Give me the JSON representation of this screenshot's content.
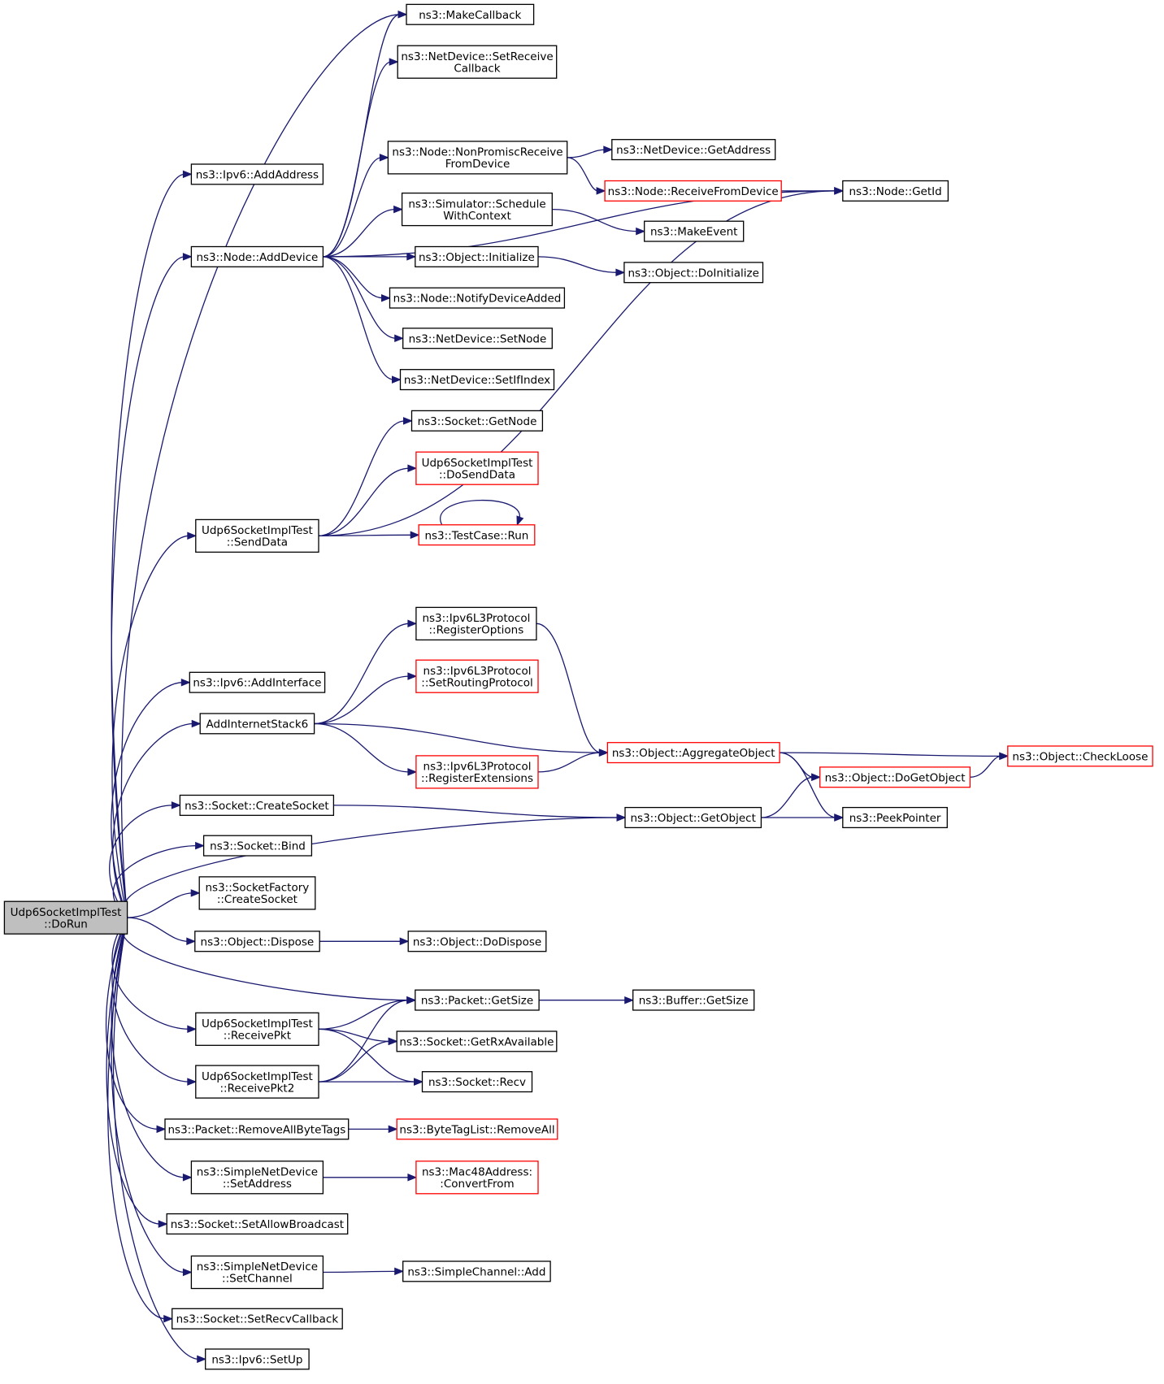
{
  "diagram": {
    "nodes": [
      {
        "id": "root",
        "lines": [
          "Udp6SocketImplTest",
          "::DoRun"
        ],
        "kind": "root"
      },
      {
        "id": "makecallback",
        "lines": [
          "ns3::MakeCallback"
        ],
        "kind": "normal"
      },
      {
        "id": "setrecvcb_nd",
        "lines": [
          "ns3::NetDevice::SetReceive",
          "Callback"
        ],
        "kind": "normal"
      },
      {
        "id": "ipv6addaddr",
        "lines": [
          "ns3::Ipv6::AddAddress"
        ],
        "kind": "normal"
      },
      {
        "id": "nonpromisc",
        "lines": [
          "ns3::Node::NonPromiscReceive",
          "FromDevice"
        ],
        "kind": "normal"
      },
      {
        "id": "nd_getaddress",
        "lines": [
          "ns3::NetDevice::GetAddress"
        ],
        "kind": "normal"
      },
      {
        "id": "recvfromdevice",
        "lines": [
          "ns3::Node::ReceiveFromDevice"
        ],
        "kind": "red"
      },
      {
        "id": "node_getid",
        "lines": [
          "ns3::Node::GetId"
        ],
        "kind": "normal"
      },
      {
        "id": "sched_ctx",
        "lines": [
          "ns3::Simulator::Schedule",
          "WithContext"
        ],
        "kind": "normal"
      },
      {
        "id": "makeevent",
        "lines": [
          "ns3::MakeEvent"
        ],
        "kind": "normal"
      },
      {
        "id": "adddevice",
        "lines": [
          "ns3::Node::AddDevice"
        ],
        "kind": "normal"
      },
      {
        "id": "obj_init",
        "lines": [
          "ns3::Object::Initialize"
        ],
        "kind": "normal"
      },
      {
        "id": "obj_doinit",
        "lines": [
          "ns3::Object::DoInitialize"
        ],
        "kind": "normal"
      },
      {
        "id": "notifydev",
        "lines": [
          "ns3::Node::NotifyDeviceAdded"
        ],
        "kind": "normal"
      },
      {
        "id": "nd_setnode",
        "lines": [
          "ns3::NetDevice::SetNode"
        ],
        "kind": "normal"
      },
      {
        "id": "nd_setif",
        "lines": [
          "ns3::NetDevice::SetIfIndex"
        ],
        "kind": "normal"
      },
      {
        "id": "sock_getnode",
        "lines": [
          "ns3::Socket::GetNode"
        ],
        "kind": "normal"
      },
      {
        "id": "dosenddata",
        "lines": [
          "Udp6SocketImplTest",
          "::DoSendData"
        ],
        "kind": "red"
      },
      {
        "id": "senddata",
        "lines": [
          "Udp6SocketImplTest",
          "::SendData"
        ],
        "kind": "normal"
      },
      {
        "id": "testcase_run",
        "lines": [
          "ns3::TestCase::Run"
        ],
        "kind": "red"
      },
      {
        "id": "regoptions",
        "lines": [
          "ns3::Ipv6L3Protocol",
          "::RegisterOptions"
        ],
        "kind": "normal"
      },
      {
        "id": "setrouting",
        "lines": [
          "ns3::Ipv6L3Protocol",
          "::SetRoutingProtocol"
        ],
        "kind": "red"
      },
      {
        "id": "ipv6addif",
        "lines": [
          "ns3::Ipv6::AddInterface"
        ],
        "kind": "normal"
      },
      {
        "id": "addstack",
        "lines": [
          "AddInternetStack6"
        ],
        "kind": "normal"
      },
      {
        "id": "aggregate",
        "lines": [
          "ns3::Object::AggregateObject"
        ],
        "kind": "red"
      },
      {
        "id": "checkloose",
        "lines": [
          "ns3::Object::CheckLoose"
        ],
        "kind": "red"
      },
      {
        "id": "regext",
        "lines": [
          "ns3::Ipv6L3Protocol",
          "::RegisterExtensions"
        ],
        "kind": "red"
      },
      {
        "id": "dogetobject",
        "lines": [
          "ns3::Object::DoGetObject"
        ],
        "kind": "red"
      },
      {
        "id": "createsocket",
        "lines": [
          "ns3::Socket::CreateSocket"
        ],
        "kind": "normal"
      },
      {
        "id": "getobject",
        "lines": [
          "ns3::Object::GetObject"
        ],
        "kind": "normal"
      },
      {
        "id": "peekpointer",
        "lines": [
          "ns3::PeekPointer"
        ],
        "kind": "normal"
      },
      {
        "id": "sock_bind",
        "lines": [
          "ns3::Socket::Bind"
        ],
        "kind": "normal"
      },
      {
        "id": "sockfactory",
        "lines": [
          "ns3::SocketFactory",
          "::CreateSocket"
        ],
        "kind": "normal"
      },
      {
        "id": "obj_dispose",
        "lines": [
          "ns3::Object::Dispose"
        ],
        "kind": "normal"
      },
      {
        "id": "obj_dodispose",
        "lines": [
          "ns3::Object::DoDispose"
        ],
        "kind": "normal"
      },
      {
        "id": "pkt_getsize",
        "lines": [
          "ns3::Packet::GetSize"
        ],
        "kind": "normal"
      },
      {
        "id": "buf_getsize",
        "lines": [
          "ns3::Buffer::GetSize"
        ],
        "kind": "normal"
      },
      {
        "id": "recvpkt",
        "lines": [
          "Udp6SocketImplTest",
          "::ReceivePkt"
        ],
        "kind": "normal"
      },
      {
        "id": "getrxavail",
        "lines": [
          "ns3::Socket::GetRxAvailable"
        ],
        "kind": "normal"
      },
      {
        "id": "recvpkt2",
        "lines": [
          "Udp6SocketImplTest",
          "::ReceivePkt2"
        ],
        "kind": "normal"
      },
      {
        "id": "sock_recv",
        "lines": [
          "ns3::Socket::Recv"
        ],
        "kind": "normal"
      },
      {
        "id": "removetags",
        "lines": [
          "ns3::Packet::RemoveAllByteTags"
        ],
        "kind": "normal"
      },
      {
        "id": "btl_removeall",
        "lines": [
          "ns3::ByteTagList::RemoveAll"
        ],
        "kind": "red"
      },
      {
        "id": "snd_setaddr",
        "lines": [
          "ns3::SimpleNetDevice",
          "::SetAddress"
        ],
        "kind": "normal"
      },
      {
        "id": "mac48conv",
        "lines": [
          "ns3::Mac48Address:",
          ":ConvertFrom"
        ],
        "kind": "red"
      },
      {
        "id": "setbroadcast",
        "lines": [
          "ns3::Socket::SetAllowBroadcast"
        ],
        "kind": "normal"
      },
      {
        "id": "snd_setchan",
        "lines": [
          "ns3::SimpleNetDevice",
          "::SetChannel"
        ],
        "kind": "normal"
      },
      {
        "id": "chan_add",
        "lines": [
          "ns3::SimpleChannel::Add"
        ],
        "kind": "normal"
      },
      {
        "id": "setrecvcb",
        "lines": [
          "ns3::Socket::SetRecvCallback"
        ],
        "kind": "normal"
      },
      {
        "id": "ipv6setup",
        "lines": [
          "ns3::Ipv6::SetUp"
        ],
        "kind": "normal"
      }
    ],
    "edges": [
      [
        "root",
        "ipv6addaddr"
      ],
      [
        "root",
        "adddevice"
      ],
      [
        "root",
        "senddata"
      ],
      [
        "root",
        "ipv6addif"
      ],
      [
        "root",
        "addstack"
      ],
      [
        "root",
        "createsocket"
      ],
      [
        "root",
        "sock_bind"
      ],
      [
        "root",
        "sockfactory"
      ],
      [
        "root",
        "obj_dispose"
      ],
      [
        "root",
        "pkt_getsize"
      ],
      [
        "root",
        "recvpkt"
      ],
      [
        "root",
        "recvpkt2"
      ],
      [
        "root",
        "removetags"
      ],
      [
        "root",
        "snd_setaddr"
      ],
      [
        "root",
        "setbroadcast"
      ],
      [
        "root",
        "snd_setchan"
      ],
      [
        "root",
        "setrecvcb"
      ],
      [
        "root",
        "ipv6setup"
      ],
      [
        "root",
        "makecallback"
      ],
      [
        "root",
        "getobject"
      ],
      [
        "adddevice",
        "makecallback"
      ],
      [
        "adddevice",
        "setrecvcb_nd"
      ],
      [
        "adddevice",
        "node_getid"
      ],
      [
        "adddevice",
        "nonpromisc"
      ],
      [
        "adddevice",
        "sched_ctx"
      ],
      [
        "adddevice",
        "obj_init"
      ],
      [
        "adddevice",
        "notifydev"
      ],
      [
        "adddevice",
        "nd_setnode"
      ],
      [
        "adddevice",
        "nd_setif"
      ],
      [
        "nonpromisc",
        "nd_getaddress"
      ],
      [
        "nonpromisc",
        "recvfromdevice"
      ],
      [
        "recvfromdevice",
        "node_getid"
      ],
      [
        "sched_ctx",
        "makeevent"
      ],
      [
        "obj_init",
        "obj_doinit"
      ],
      [
        "senddata",
        "sock_getnode"
      ],
      [
        "senddata",
        "dosenddata"
      ],
      [
        "senddata",
        "testcase_run"
      ],
      [
        "senddata",
        "node_getid"
      ],
      [
        "testcase_run",
        "testcase_run"
      ],
      [
        "addstack",
        "regoptions"
      ],
      [
        "addstack",
        "setrouting"
      ],
      [
        "addstack",
        "aggregate"
      ],
      [
        "addstack",
        "regext"
      ],
      [
        "regoptions",
        "aggregate"
      ],
      [
        "regext",
        "aggregate"
      ],
      [
        "aggregate",
        "checkloose"
      ],
      [
        "aggregate",
        "dogetobject"
      ],
      [
        "aggregate",
        "peekpointer"
      ],
      [
        "dogetobject",
        "checkloose"
      ],
      [
        "createsocket",
        "getobject"
      ],
      [
        "getobject",
        "dogetobject"
      ],
      [
        "getobject",
        "peekpointer"
      ],
      [
        "obj_dispose",
        "obj_dodispose"
      ],
      [
        "pkt_getsize",
        "buf_getsize"
      ],
      [
        "recvpkt",
        "pkt_getsize"
      ],
      [
        "recvpkt",
        "getrxavail"
      ],
      [
        "recvpkt",
        "sock_recv"
      ],
      [
        "recvpkt2",
        "pkt_getsize"
      ],
      [
        "recvpkt2",
        "getrxavail"
      ],
      [
        "recvpkt2",
        "sock_recv"
      ],
      [
        "removetags",
        "btl_removeall"
      ],
      [
        "snd_setaddr",
        "mac48conv"
      ],
      [
        "snd_setchan",
        "chan_add"
      ]
    ]
  }
}
